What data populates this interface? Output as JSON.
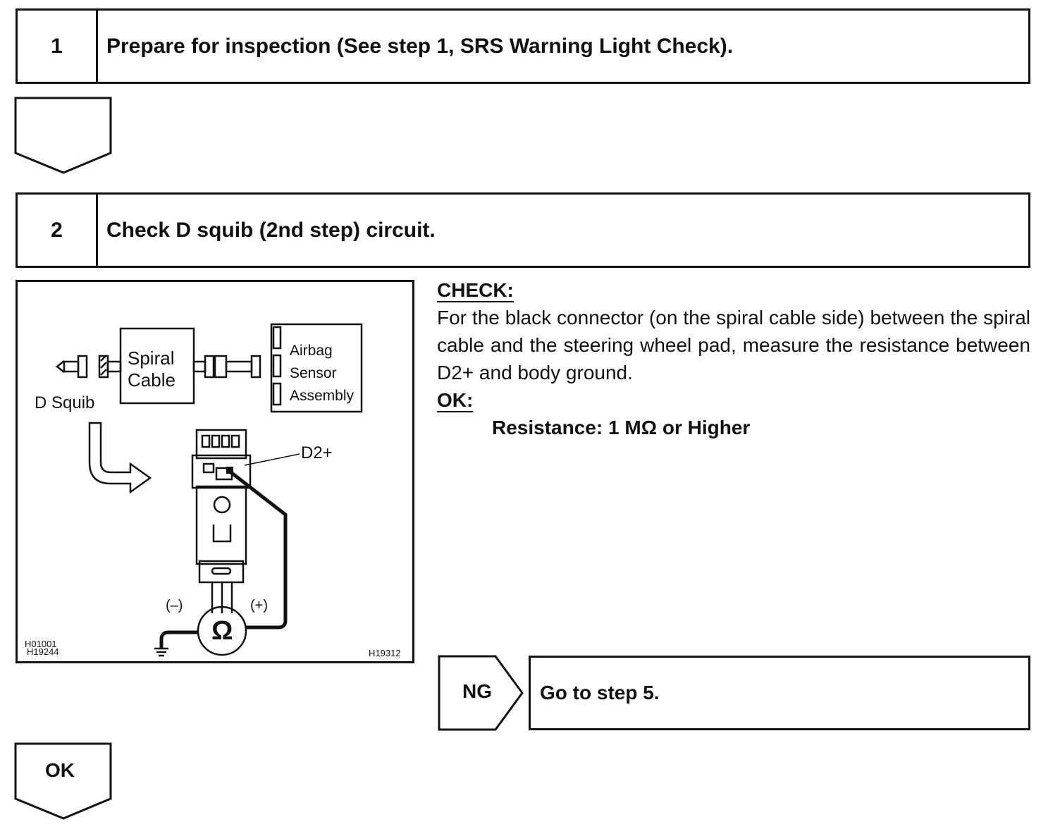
{
  "step1": {
    "number": "1",
    "title": "Prepare for inspection (See step 1, SRS Warning Light Check)."
  },
  "step2": {
    "number": "2",
    "title": "Check D squib (2nd step) circuit."
  },
  "check": {
    "heading": "CHECK:",
    "text": "For the black connector (on the spiral cable side) between the spiral cable and the steering wheel pad, measure the resistance between D2+ and body ground.",
    "ok_heading": "OK:",
    "spec": "Resistance: 1 MΩ or Higher"
  },
  "figure": {
    "spiral_cable_1": "Spiral",
    "spiral_cable_2": "Cable",
    "airbag_1": "Airbag",
    "airbag_2": "Sensor",
    "airbag_3": "Assembly",
    "d_squib": "D Squib",
    "d2_plus": "D2+",
    "neg": "(–)",
    "pos": "(+)",
    "ohm": "Ω",
    "ref_left_1": "H01001",
    "ref_left_2": "H19244",
    "ref_right": "H19312"
  },
  "ng": {
    "label": "NG",
    "action": "Go to step 5."
  },
  "ok": {
    "label": "OK"
  }
}
